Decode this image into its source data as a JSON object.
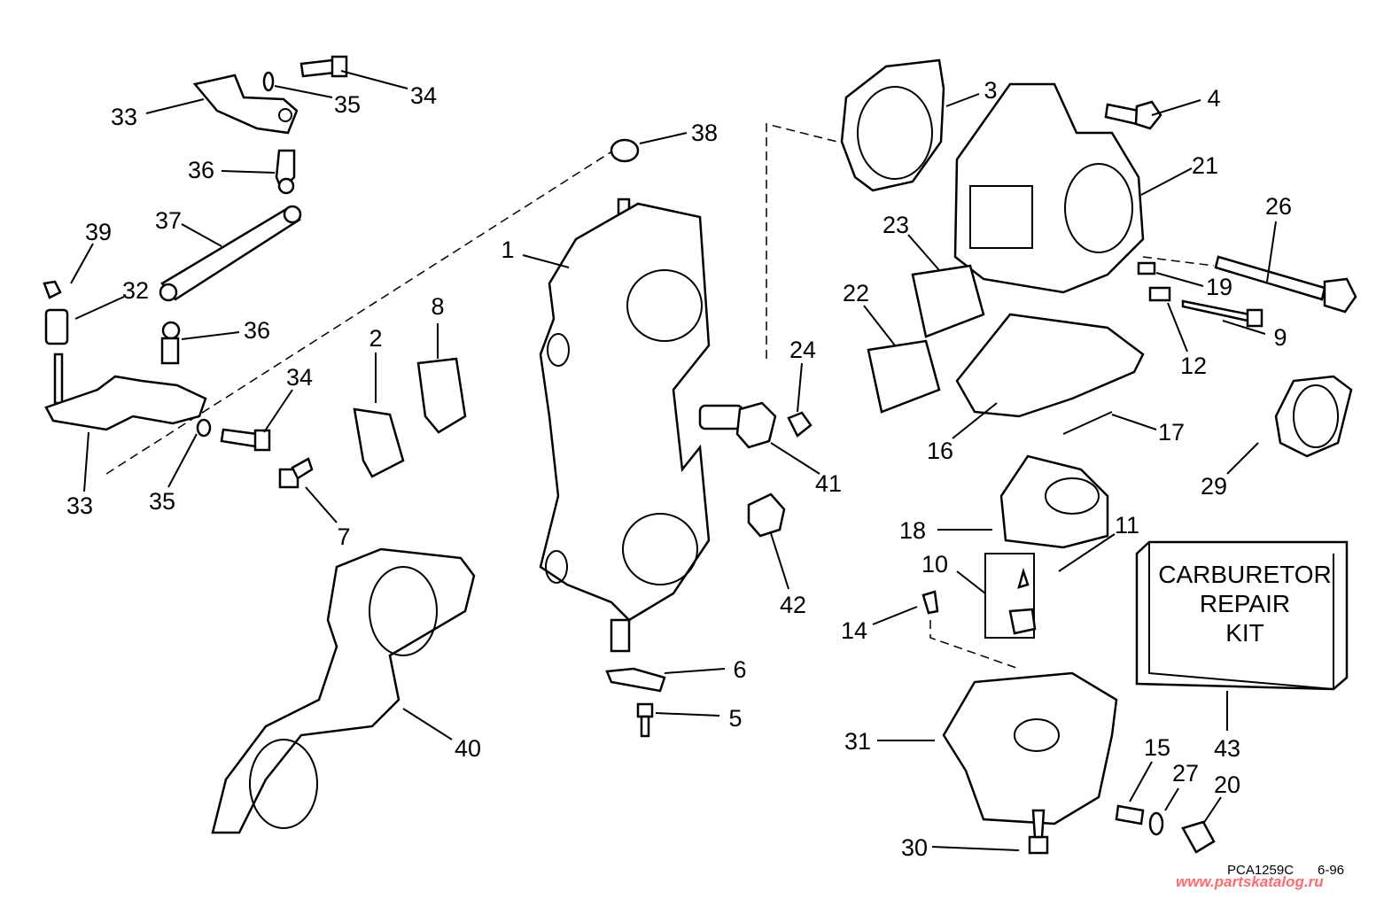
{
  "diagram": {
    "callouts": [
      "34",
      "35",
      "33",
      "38",
      "3",
      "4",
      "21",
      "36",
      "37",
      "39",
      "32",
      "36",
      "1",
      "26",
      "23",
      "19",
      "22",
      "8",
      "12",
      "9",
      "2",
      "24",
      "34",
      "16",
      "17",
      "41",
      "29",
      "33",
      "35",
      "7",
      "18",
      "11",
      "10",
      "42",
      "14",
      "6",
      "5",
      "40",
      "43",
      "31",
      "15",
      "27",
      "20",
      "30"
    ],
    "kit_label": [
      "CARBURETOR",
      "REPAIR",
      "KIT"
    ],
    "drawing_code": "PCA1259C",
    "date_code": "6-96",
    "watermark": "www.partskatalog.ru",
    "watermark_color": "#ff6b6b"
  }
}
